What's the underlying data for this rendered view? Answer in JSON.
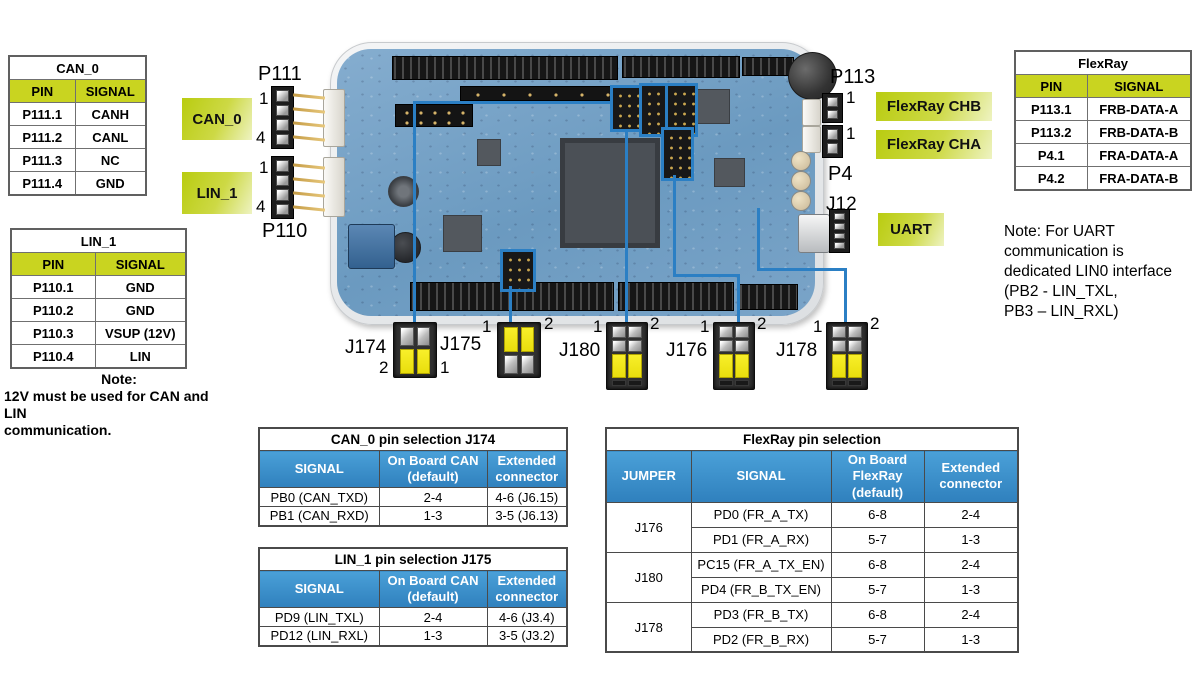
{
  "colors": {
    "accent_green": "#c9d420",
    "header_blue": "#3e93cf",
    "highlight_blue": "#2b7fc4",
    "jumper_yellow": "#f2e713"
  },
  "pin_tables": {
    "can0": {
      "title": "CAN_0",
      "col_pin": "PIN",
      "col_signal": "SIGNAL",
      "rows": [
        [
          "P111.1",
          "CANH"
        ],
        [
          "P111.2",
          "CANL"
        ],
        [
          "P111.3",
          "NC"
        ],
        [
          "P111.4",
          "GND"
        ]
      ]
    },
    "lin1": {
      "title": "LIN_1",
      "col_pin": "PIN",
      "col_signal": "SIGNAL",
      "rows": [
        [
          "P110.1",
          "GND"
        ],
        [
          "P110.2",
          "GND"
        ],
        [
          "P110.3",
          "VSUP (12V)"
        ],
        [
          "P110.4",
          "LIN"
        ]
      ]
    },
    "flexray": {
      "title": "FlexRay",
      "col_pin": "PIN",
      "col_signal": "SIGNAL",
      "rows": [
        [
          "P113.1",
          "FRB-DATA-A"
        ],
        [
          "P113.2",
          "FRB-DATA-B"
        ],
        [
          "P4.1",
          "FRA-DATA-A"
        ],
        [
          "P4.2",
          "FRA-DATA-B"
        ]
      ]
    }
  },
  "sel_tables": {
    "can0": {
      "title": "CAN_0 pin selection J174",
      "headers": [
        "SIGNAL",
        "On Board CAN (default)",
        "Extended connector"
      ],
      "rows": [
        [
          "PB0 (CAN_TXD)",
          "2-4",
          "4-6 (J6.15)"
        ],
        [
          "PB1 (CAN_RXD)",
          "1-3",
          "3-5 (J6.13)"
        ]
      ]
    },
    "lin1": {
      "title": "LIN_1 pin selection J175",
      "headers": [
        "SIGNAL",
        "On Board CAN (default)",
        "Extended connector"
      ],
      "rows": [
        [
          "PD9 (LIN_TXL)",
          "2-4",
          "4-6 (J3.4)"
        ],
        [
          "PD12 (LIN_RXL)",
          "1-3",
          "3-5 (J3.2)"
        ]
      ]
    },
    "flexray": {
      "title": "FlexRay pin selection",
      "headers": [
        "JUMPER",
        "SIGNAL",
        "On Board FlexRay (default)",
        "Extended connector"
      ],
      "groups": [
        {
          "jumper": "J176",
          "rows": [
            [
              "PD0 (FR_A_TX)",
              "6-8",
              "2-4"
            ],
            [
              "PD1 (FR_A_RX)",
              "5-7",
              "1-3"
            ]
          ]
        },
        {
          "jumper": "J180",
          "rows": [
            [
              "PC15 (FR_A_TX_EN)",
              "6-8",
              "2-4"
            ],
            [
              "PD4 (FR_B_TX_EN)",
              "5-7",
              "1-3"
            ]
          ]
        },
        {
          "jumper": "J178",
          "rows": [
            [
              "PD3 (FR_B_TX)",
              "6-8",
              "2-4"
            ],
            [
              "PD2 (FR_B_RX)",
              "5-7",
              "1-3"
            ]
          ]
        }
      ]
    }
  },
  "callouts": {
    "can0": "CAN_0",
    "lin1": "LIN_1",
    "flexray_chb": "FlexRay CHB",
    "flexray_cha": "FlexRay CHA",
    "uart": "UART"
  },
  "board_labels": {
    "p111": "P111",
    "p110": "P110",
    "p113": "P113",
    "p4": "P4",
    "j12": "J12"
  },
  "connector_pins": {
    "p111_first": "1",
    "p111_last": "4",
    "p110_first": "1",
    "p110_last": "4",
    "p113_pin1": "1",
    "p4_pin1": "1"
  },
  "jumper_blocks": {
    "j174": {
      "label": "J174",
      "left_num": "2",
      "right_num": "1"
    },
    "j175": {
      "label": "J175",
      "left_num": "1",
      "right_num": "2"
    },
    "j180": {
      "label": "J180",
      "left_num": "1",
      "right_num": "2"
    },
    "j176": {
      "label": "J176",
      "left_num": "1",
      "right_num": "2"
    },
    "j178": {
      "label": "J178",
      "left_num": "1",
      "right_num": "2"
    }
  },
  "notes": {
    "left": {
      "title": "Note:",
      "line1": "12V must be used for CAN and LIN",
      "line2": "communication."
    },
    "right": {
      "line1": "Note: For UART",
      "line2": "communication is",
      "line3": "dedicated LIN0 interface",
      "line4": "(PB2 - LIN_TXL,",
      "line5": "PB3 – LIN_RXL)"
    }
  }
}
